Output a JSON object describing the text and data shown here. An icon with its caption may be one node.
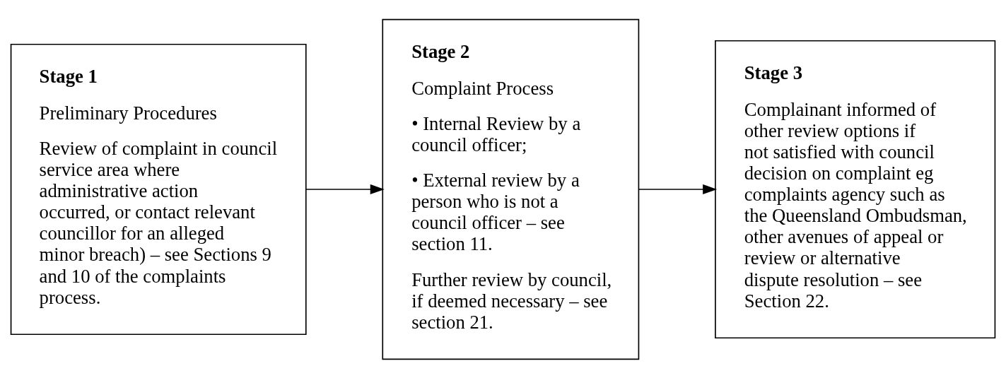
{
  "diagram": {
    "nodes": [
      {
        "text": [
          "Stage 1",
          "Preliminary Procedures",
          "Review of complaint in council service area where administrative action occurred, or contact relevant councillor for an alleged minor breach) – see Sections 9 and 10 of the complaints process."
        ]
      },
      {
        "text": [
          "Stage 2",
          "Complaint Process",
          "• Internal Review by a council officer;",
          "• External review by a person who is not a council officer – see section 11.",
          "Further review by council, if deemed necessary – see section 21."
        ]
      },
      {
        "text": [
          "Stage 3",
          "Complainant informed of other review options if not satisfied with council decision on complaint eg complaints agency such as the Queensland Ombudsman, other avenues of appeal or review or alternative dispute resolution – see Section 22."
        ]
      }
    ],
    "edges": [
      {
        "from": 0,
        "to": 1,
        "arrow": "to"
      },
      {
        "from": 1,
        "to": 2,
        "arrow": "to"
      }
    ]
  }
}
